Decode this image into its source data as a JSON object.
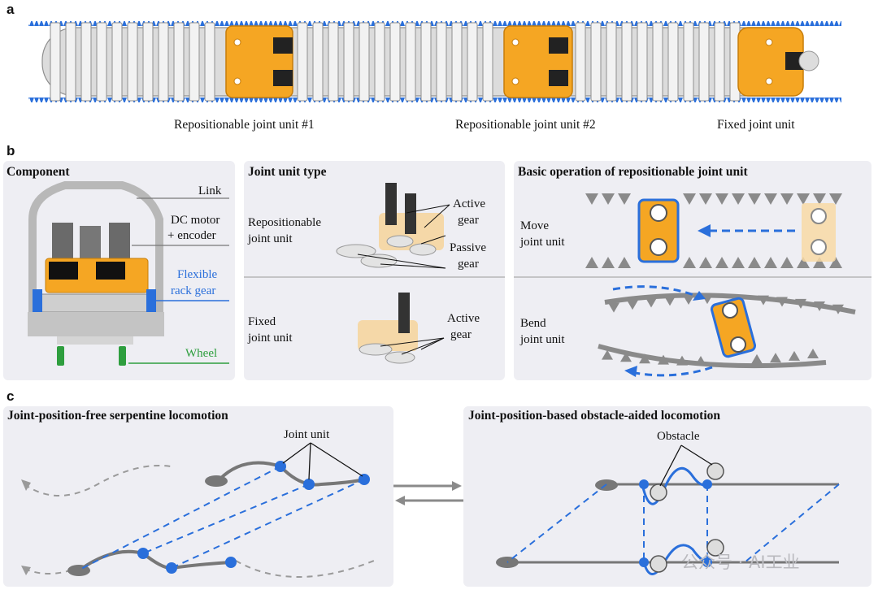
{
  "panel_a": {
    "letter": "a",
    "captions": [
      "Repositionable joint unit #1",
      "Repositionable joint unit #2",
      "Fixed joint unit"
    ]
  },
  "panel_b": {
    "letter": "b",
    "component": {
      "title": "Component",
      "labels": {
        "link": "Link",
        "motor_line1": "DC motor",
        "motor_line2": "+ encoder",
        "rack_line1": "Flexible",
        "rack_line2": "rack gear",
        "wheel": "Wheel"
      },
      "colors": {
        "rack": "#2a6fdb",
        "wheel": "#2e9e3e"
      }
    },
    "joint_type": {
      "title": "Joint unit type",
      "repositionable_line1": "Repositionable",
      "repositionable_line2": "joint unit",
      "active_gear_line1": "Active",
      "active_gear_line2": "gear",
      "passive_gear_line1": "Passive",
      "passive_gear_line2": "gear",
      "fixed_line1": "Fixed",
      "fixed_line2": "joint unit",
      "fixed_active_line1": "Active",
      "fixed_active_line2": "gear"
    },
    "operation": {
      "title": "Basic operation of repositionable joint unit",
      "move_line1": "Move",
      "move_line2": "joint unit",
      "bend_line1": "Bend",
      "bend_line2": "joint unit"
    }
  },
  "panel_c": {
    "letter": "c",
    "left_title": "Joint-position-free serpentine locomotion",
    "left_label": "Joint unit",
    "right_title": "Joint-position-based obstacle-aided locomotion",
    "right_label": "Obstacle",
    "watermark": "公众号 · AI工业"
  },
  "colors": {
    "orange": "#f5a623",
    "blue": "#2a6fdb",
    "gray": "#8a8a8a",
    "panel_bg": "#eeeef3"
  }
}
